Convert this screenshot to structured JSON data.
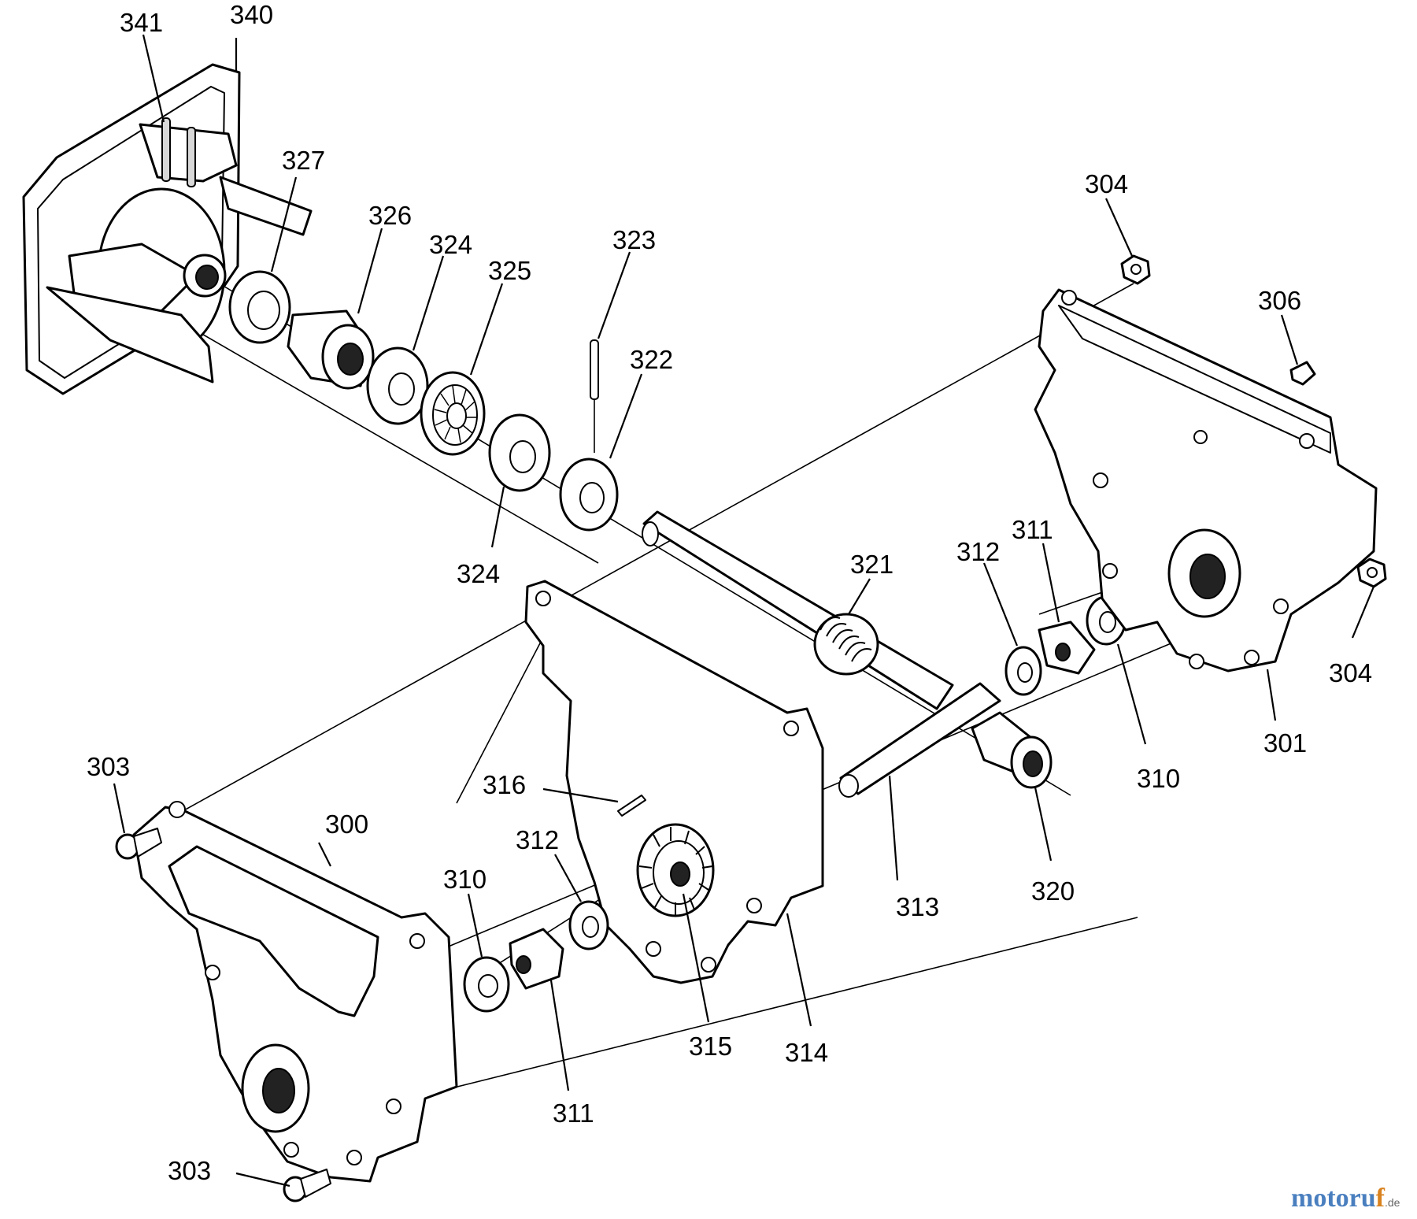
{
  "diagram": {
    "callouts": [
      {
        "id": "c341",
        "label": "341"
      },
      {
        "id": "c340",
        "label": "340"
      },
      {
        "id": "c327",
        "label": "327"
      },
      {
        "id": "c326",
        "label": "326"
      },
      {
        "id": "c324a",
        "label": "324"
      },
      {
        "id": "c325",
        "label": "325"
      },
      {
        "id": "c323",
        "label": "323"
      },
      {
        "id": "c322",
        "label": "322"
      },
      {
        "id": "c324b",
        "label": "324"
      },
      {
        "id": "c304a",
        "label": "304"
      },
      {
        "id": "c306",
        "label": "306"
      },
      {
        "id": "c321",
        "label": "321"
      },
      {
        "id": "c312a",
        "label": "312"
      },
      {
        "id": "c311a",
        "label": "311"
      },
      {
        "id": "c304b",
        "label": "304"
      },
      {
        "id": "c310a",
        "label": "310"
      },
      {
        "id": "c301",
        "label": "301"
      },
      {
        "id": "c303a",
        "label": "303"
      },
      {
        "id": "c300",
        "label": "300"
      },
      {
        "id": "c316",
        "label": "316"
      },
      {
        "id": "c312b",
        "label": "312"
      },
      {
        "id": "c310b",
        "label": "310"
      },
      {
        "id": "c313",
        "label": "313"
      },
      {
        "id": "c320",
        "label": "320"
      },
      {
        "id": "c315",
        "label": "315"
      },
      {
        "id": "c314",
        "label": "314"
      },
      {
        "id": "c311b",
        "label": "311"
      },
      {
        "id": "c303b",
        "label": "303"
      }
    ]
  },
  "watermark": {
    "main": "motoru",
    "accent": "f",
    "suffix": ".de"
  }
}
